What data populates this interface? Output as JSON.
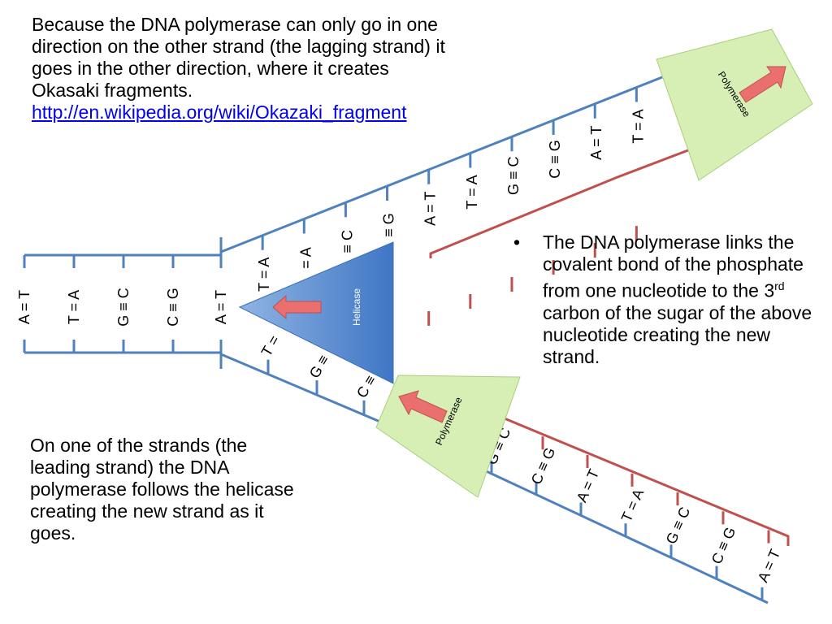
{
  "colors": {
    "parent_strand": "#4f81bd",
    "new_strand": "#c0504d",
    "helicase_fill": "#4f81bd",
    "polymerase_fill": "#d7efb5",
    "polymerase_stroke": "#a8cf7c",
    "arrow_fill": "#e9706f"
  },
  "top_text": {
    "line1": "Because the DNA polymerase can only go in one direction on the other strand (the lagging strand) it goes in the other direction, where it creates Okasaki fragments.",
    "link": "http://en.wikipedia.org/wiki/Okazaki_fragment"
  },
  "right_text": {
    "bullet": "•",
    "part1": "The DNA polymerase links the covalent bond of the phosphate from one nucleotide to the 3",
    "sup": "rd",
    "part2": " carbon of the sugar of the above nucleotide creating the new strand."
  },
  "bottom_text": "On one of the strands (the leading strand) the DNA polymerase follows the helicase creating the new strand as it goes.",
  "labels": {
    "helicase": "Helicase",
    "polymerase_top": "Polymerase",
    "polymerase_bottom": "Polymerase"
  },
  "pairs": {
    "left": [
      "A = T",
      "T = A",
      "G ≡ C",
      "C ≡ G",
      "A = T"
    ],
    "upper": [
      "T = A",
      "= A",
      "≡ C",
      "≡ G",
      "A = T",
      "T = A",
      "G ≡ C",
      "C ≡ G",
      "A = T",
      "T = A"
    ],
    "lower_fork": [
      "T =",
      "G ≡",
      "C ≡"
    ],
    "lower": [
      "G ≡ C",
      "C ≡ G",
      "A = T",
      "T = A",
      "G ≡ C",
      "C ≡ G",
      "A = T"
    ]
  }
}
